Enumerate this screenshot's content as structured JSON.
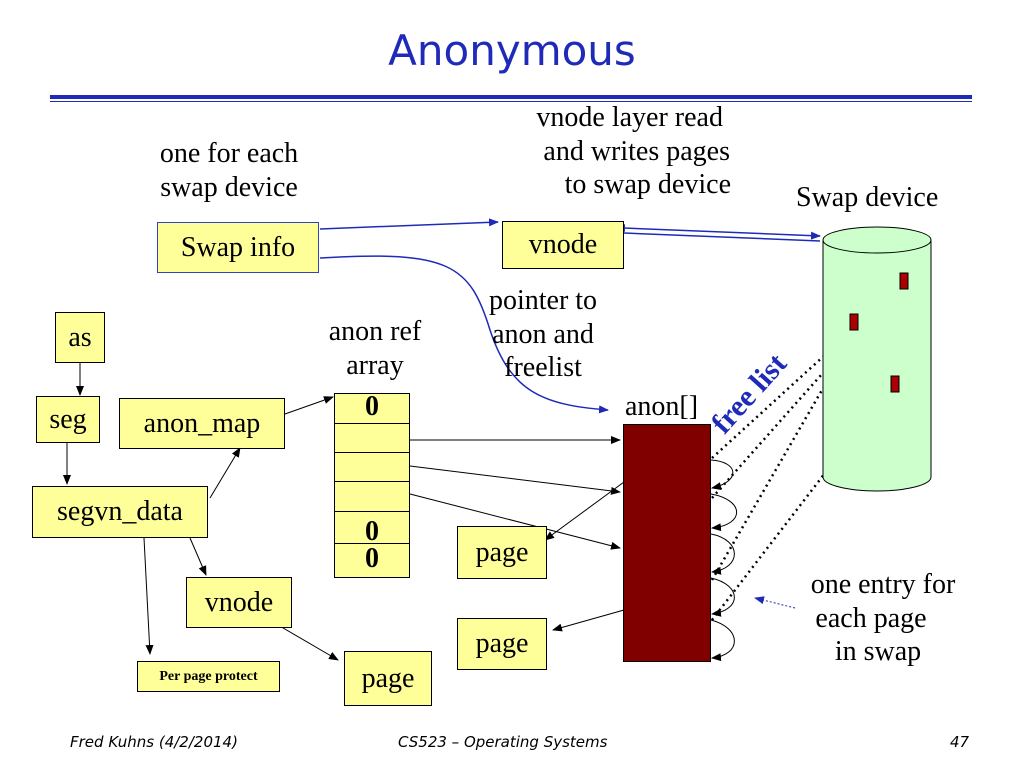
{
  "title": "Anonymous",
  "labels": {
    "swap_note": [
      "one for each",
      "swap device"
    ],
    "vnode_note": [
      "vnode layer read",
      "and writes pages",
      "to swap device"
    ],
    "swap_device": "Swap device",
    "pointer_note": [
      "pointer to",
      "anon and",
      "freelist"
    ],
    "anon_ref_array": [
      "anon ref",
      "array"
    ],
    "anon_array": "anon[]",
    "free_list": "free list",
    "entry_note": [
      "one entry for",
      "each page",
      "in swap"
    ]
  },
  "boxes": {
    "swap_info": "Swap info",
    "vnode_top": "vnode",
    "as": "as",
    "seg": "seg",
    "anon_map": "anon_map",
    "segvn_data": "segvn_data",
    "vnode_bottom": "vnode",
    "per_page_protect": "Per page protect",
    "page1": "page",
    "page2": "page",
    "page3": "page"
  },
  "array_cells": [
    "0",
    "",
    "",
    "",
    "0",
    "0"
  ],
  "footer": {
    "author": "Fred Kuhns (4/2/2014)",
    "course": "CS523 – Operating Systems",
    "page": "47"
  },
  "colors": {
    "title": "#1f2bb8",
    "box_fill": "#ffff99",
    "anon_fill": "#800000",
    "cylinder_fill": "#ccffcc",
    "arrow_blue": "#1f2bb8"
  }
}
